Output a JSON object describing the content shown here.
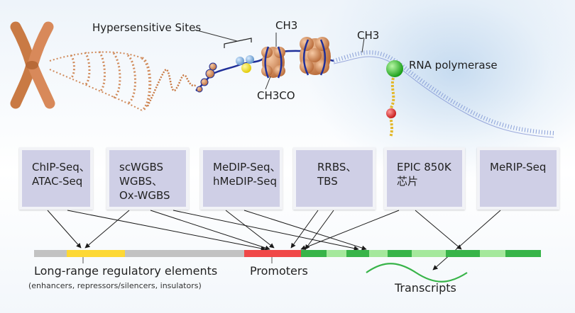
{
  "illustration": {
    "hypersensitive_label": "Hypersensitive Sites",
    "methyl_label_1": "CH3",
    "methyl_label_2": "CH3",
    "acetyl_label": "CH3CO",
    "rna_polymerase_label": "RNA polymerase"
  },
  "methods": [
    {
      "id": "chipseq",
      "lines": [
        "ChIP-Seq、",
        "ATAC-Seq"
      ]
    },
    {
      "id": "wgbs",
      "lines": [
        "scWGBS",
        "WGBS、",
        "Ox-WGBS"
      ]
    },
    {
      "id": "medip",
      "lines": [
        "MeDIP-Seq、",
        "hMeDIP-Seq"
      ]
    },
    {
      "id": "rrbs",
      "lines": [
        "RRBS、",
        "TBS"
      ]
    },
    {
      "id": "epic",
      "lines": [
        "EPIC 850K",
        "芯片"
      ]
    },
    {
      "id": "merip",
      "lines": [
        "MeRIP-Seq"
      ]
    }
  ],
  "genome_bar": {
    "regions": [
      "background",
      "regulatory",
      "background",
      "promoter",
      "exon",
      "intron",
      "exon",
      "intron",
      "exon",
      "intron",
      "exon",
      "intron",
      "exon",
      "background"
    ],
    "colors": {
      "background": "#c2c2c2",
      "regulatory": "#fdd835",
      "promoter": "#f04848",
      "exon": "#38b449",
      "intron": "#a5e89c",
      "transcript": "#38b449",
      "method_box": "#cfcfe6",
      "histone": "#d2956a",
      "polymerase": "#2fbf2f"
    }
  },
  "labels": {
    "regulatory_title": "Long-range regulatory elements",
    "regulatory_subtitle": "(enhancers, repressors/silencers, insulators)",
    "promoters": "Promoters",
    "transcripts": "Transcripts"
  }
}
